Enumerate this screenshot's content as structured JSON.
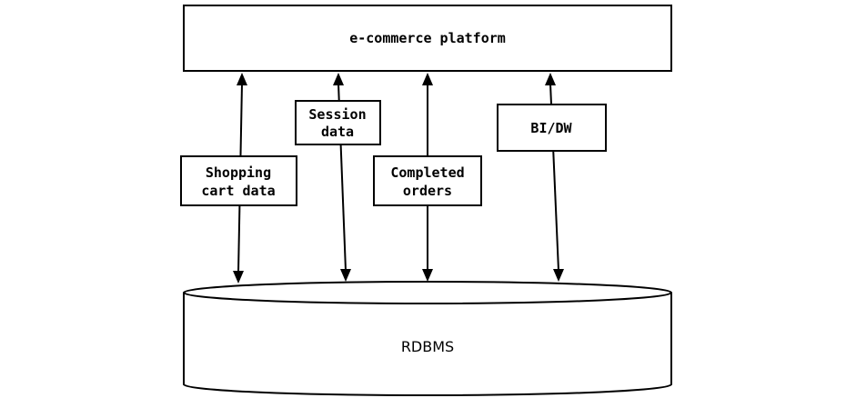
{
  "platform": {
    "label": "e-commerce platform"
  },
  "database": {
    "label": "RDBMS"
  },
  "flows": [
    {
      "id": "shopping-cart",
      "line1": "Shopping",
      "line2": "cart data"
    },
    {
      "id": "session",
      "line1": "Session",
      "line2": "data"
    },
    {
      "id": "completed-orders",
      "line1": "Completed",
      "line2": "orders"
    },
    {
      "id": "bi-dw",
      "line1": "BI/DW",
      "line2": ""
    }
  ],
  "colors": {
    "stroke": "#000000",
    "fill": "#ffffff"
  }
}
